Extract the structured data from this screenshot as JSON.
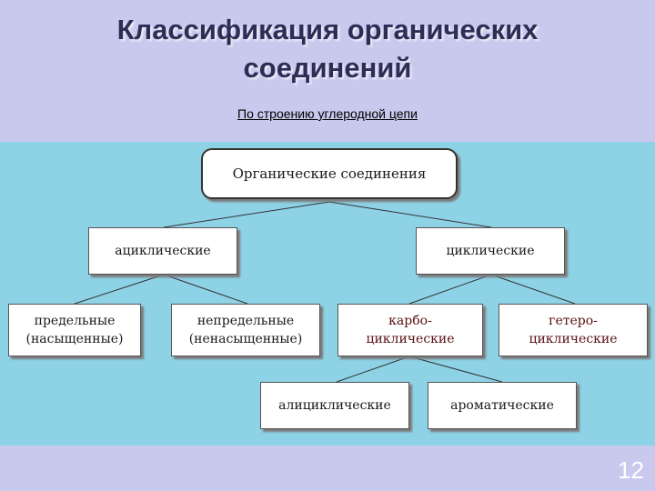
{
  "slide": {
    "title_line1": "Классификация органических",
    "title_line2": "соединений",
    "subtitle": "По строению углеродной цепи",
    "page_number": "12"
  },
  "tree": {
    "root": "Органические соединения",
    "acyclic": "ациклические",
    "cyclic": "циклические",
    "saturated_line1": "предельные",
    "saturated_line2": "(насыщенные)",
    "unsaturated_line1": "непредельные",
    "unsaturated_line2": "(ненасыщенные)",
    "carbocyclic_line1": "карбо-",
    "carbocyclic_line2": "циклические",
    "heterocyclic_line1": "гетеро-",
    "heterocyclic_line2": "циклические",
    "alicyclic": "алициклические",
    "aromatic": "ароматические"
  },
  "colors": {
    "background": "#c9c9ee",
    "panel": "#8ed2e6",
    "title": "#2d2d55",
    "box_text_dark": "#5a1010"
  }
}
